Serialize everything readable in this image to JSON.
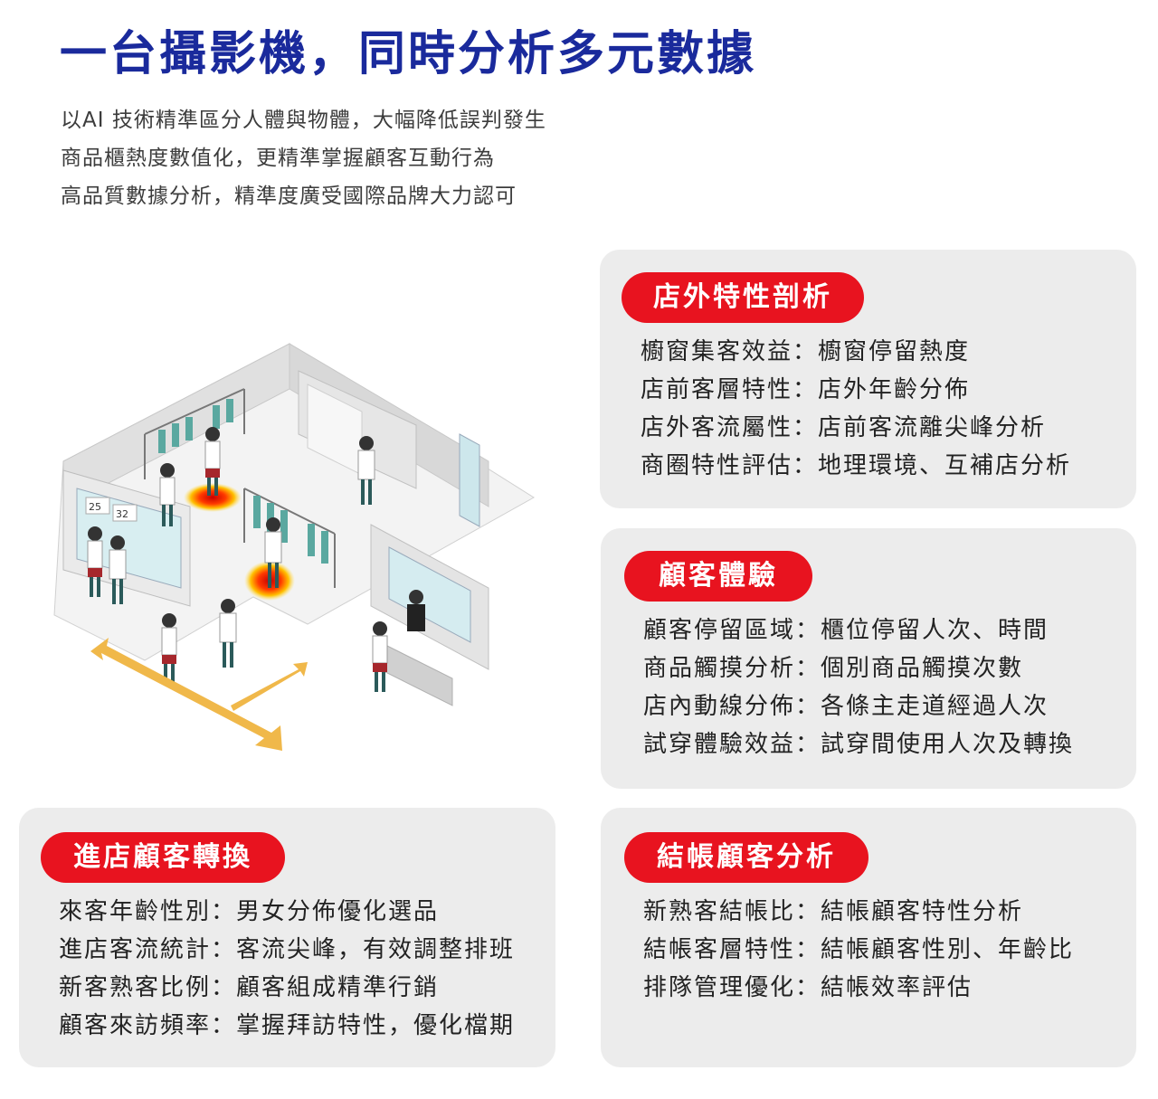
{
  "header": {
    "title": "一台攝影機，同時分析多元數據",
    "lines": [
      "以AI 技術精準區分人體與物體，大幅降低誤判發生",
      "商品櫃熱度數值化，更精準掌握顧客互動行為",
      "高品質數據分析，精準度廣受國際品牌大力認可"
    ]
  },
  "colors": {
    "title": "#1a2a9c",
    "accent": "#e8131f",
    "card": "#ececec",
    "arrow": "#f0b84a"
  },
  "illustration": {
    "sign_left": "25",
    "sign_right": "32"
  },
  "cards": {
    "outside": {
      "label": "店外特性剖析",
      "rows": [
        "櫥窗集客效益：櫥窗停留熱度",
        "店前客層特性：店外年齡分佈",
        "店外客流屬性：店前客流離尖峰分析",
        "商圈特性評估：地理環境、互補店分析"
      ]
    },
    "experience": {
      "label": "顧客體驗",
      "rows": [
        "顧客停留區域：櫃位停留人次、時間",
        "商品觸摸分析：個別商品觸摸次數",
        "店內動線分佈：各條主走道經過人次",
        "試穿體驗效益：試穿間使用人次及轉換"
      ]
    },
    "conversion": {
      "label": "進店顧客轉換",
      "rows": [
        "來客年齡性別：男女分佈優化選品",
        "進店客流統計：客流尖峰，有效調整排班",
        "新客熟客比例：顧客組成精準行銷",
        "顧客來訪頻率：掌握拜訪特性，優化檔期"
      ]
    },
    "checkout": {
      "label": "結帳顧客分析",
      "rows": [
        "新熟客結帳比：結帳顧客特性分析",
        "結帳客層特性：結帳顧客性別、年齡比",
        "排隊管理優化：結帳效率評估"
      ]
    }
  }
}
